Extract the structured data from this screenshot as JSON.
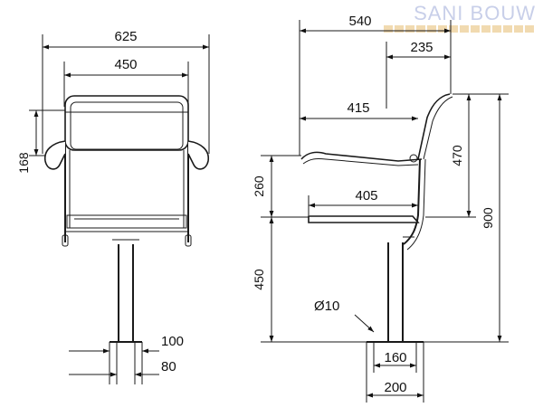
{
  "brand": {
    "word1": "SANI",
    "word2": "BOUW"
  },
  "front_view": {
    "overall_width": "625",
    "seat_width": "450",
    "armrest_height": "168",
    "tube_outer": "100",
    "tube_inner": "80"
  },
  "side_view": {
    "overall_depth": "540",
    "back_offset": "235",
    "armrest_depth": "415",
    "seat_depth": "405",
    "back_height": "470",
    "total_height": "900",
    "arm_above_seat": "260",
    "seat_height": "450",
    "anchor": "Ø10",
    "plate_inner": "160",
    "plate_outer": "200"
  }
}
